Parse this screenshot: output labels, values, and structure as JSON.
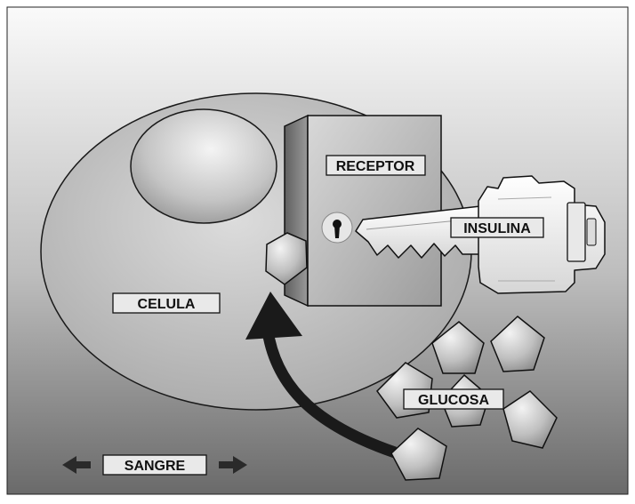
{
  "labels": {
    "cell": "CELULA",
    "receptor": "RECEPTOR",
    "insulin": "INSULINA",
    "glucose": "GLUCOSA",
    "blood": "SANGRE"
  },
  "icons": {
    "key": "key-icon",
    "keyhole": "keyhole-icon",
    "arrow": "curved-arrow-icon",
    "double_arrow": "double-arrow-icon",
    "glucose_molecule": "pentagon-icon"
  },
  "colors": {
    "background_light": "#f6f6f6",
    "background_dark": "#6e6e6e",
    "cell_fill": "#c7c7c7",
    "outline": "#111111",
    "label_fill": "#e9e9e9",
    "arrow": "#1a1a1a"
  }
}
